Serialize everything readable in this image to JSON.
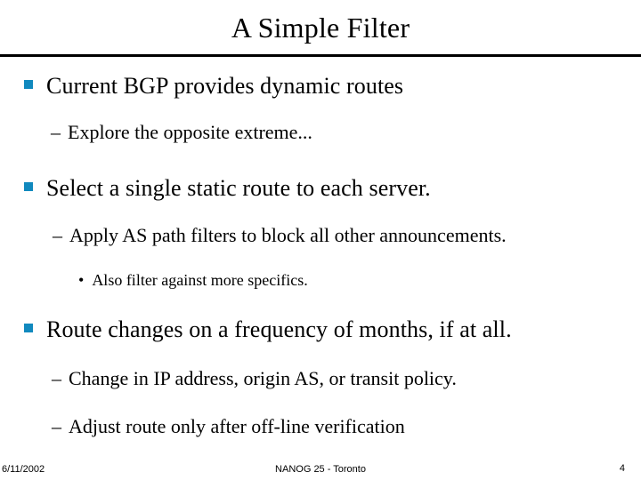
{
  "slide": {
    "title": "A Simple Filter",
    "accent_color": "#1189BE",
    "text_color": "#000000",
    "background_color": "#FFFFFF",
    "markers": {
      "level1": "square-bullet",
      "level2": "en-dash",
      "level3": "round-bullet"
    },
    "marker_glyphs": {
      "level2": "–",
      "level3": "•"
    },
    "bullets": [
      {
        "level": 1,
        "text": "Current BGP provides dynamic routes"
      },
      {
        "level": 2,
        "text": "Explore the opposite extreme..."
      },
      {
        "level": 1,
        "text": "Select a single static route to each server."
      },
      {
        "level": 2,
        "text": "Apply AS path filters to block all other announcements."
      },
      {
        "level": 3,
        "text": "Also filter against more specifics."
      },
      {
        "level": 1,
        "text": "Route changes on a frequency of months, if at all."
      },
      {
        "level": 2,
        "text": "Change in IP address, origin AS, or transit policy."
      },
      {
        "level": 2,
        "text": "Adjust route only after off-line verification"
      }
    ]
  },
  "footer": {
    "date": "6/11/2002",
    "center": "NANOG 25 - Toronto",
    "page_number": "4"
  }
}
